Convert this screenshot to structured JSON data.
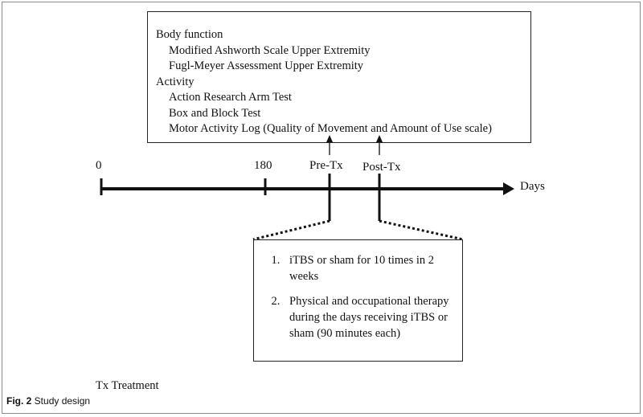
{
  "outcomes": {
    "lines": [
      {
        "text": "Body function",
        "indent": false
      },
      {
        "text": "Modified Ashworth Scale Upper Extremity",
        "indent": true
      },
      {
        "text": "Fugl-Meyer Assessment Upper Extremity",
        "indent": true
      },
      {
        "text": "Activity",
        "indent": false
      },
      {
        "text": "Action Research Arm Test",
        "indent": true
      },
      {
        "text": "Box and Block Test",
        "indent": true
      },
      {
        "text": "Motor Activity Log (Quality of Movement and Amount of Use scale)",
        "indent": true
      }
    ]
  },
  "timeline": {
    "ticks": [
      "0",
      "180",
      "Pre-Tx",
      "Post-Tx"
    ],
    "axis_label": "Days"
  },
  "treatment": {
    "items": [
      "iTBS or sham for 10 times in 2 weeks",
      "Physical and occupational therapy during the days receiving iTBS or sham (90 minutes each)"
    ]
  },
  "abbreviation": "Tx Treatment",
  "caption": {
    "label": "Fig. 2",
    "text": " Study design"
  }
}
